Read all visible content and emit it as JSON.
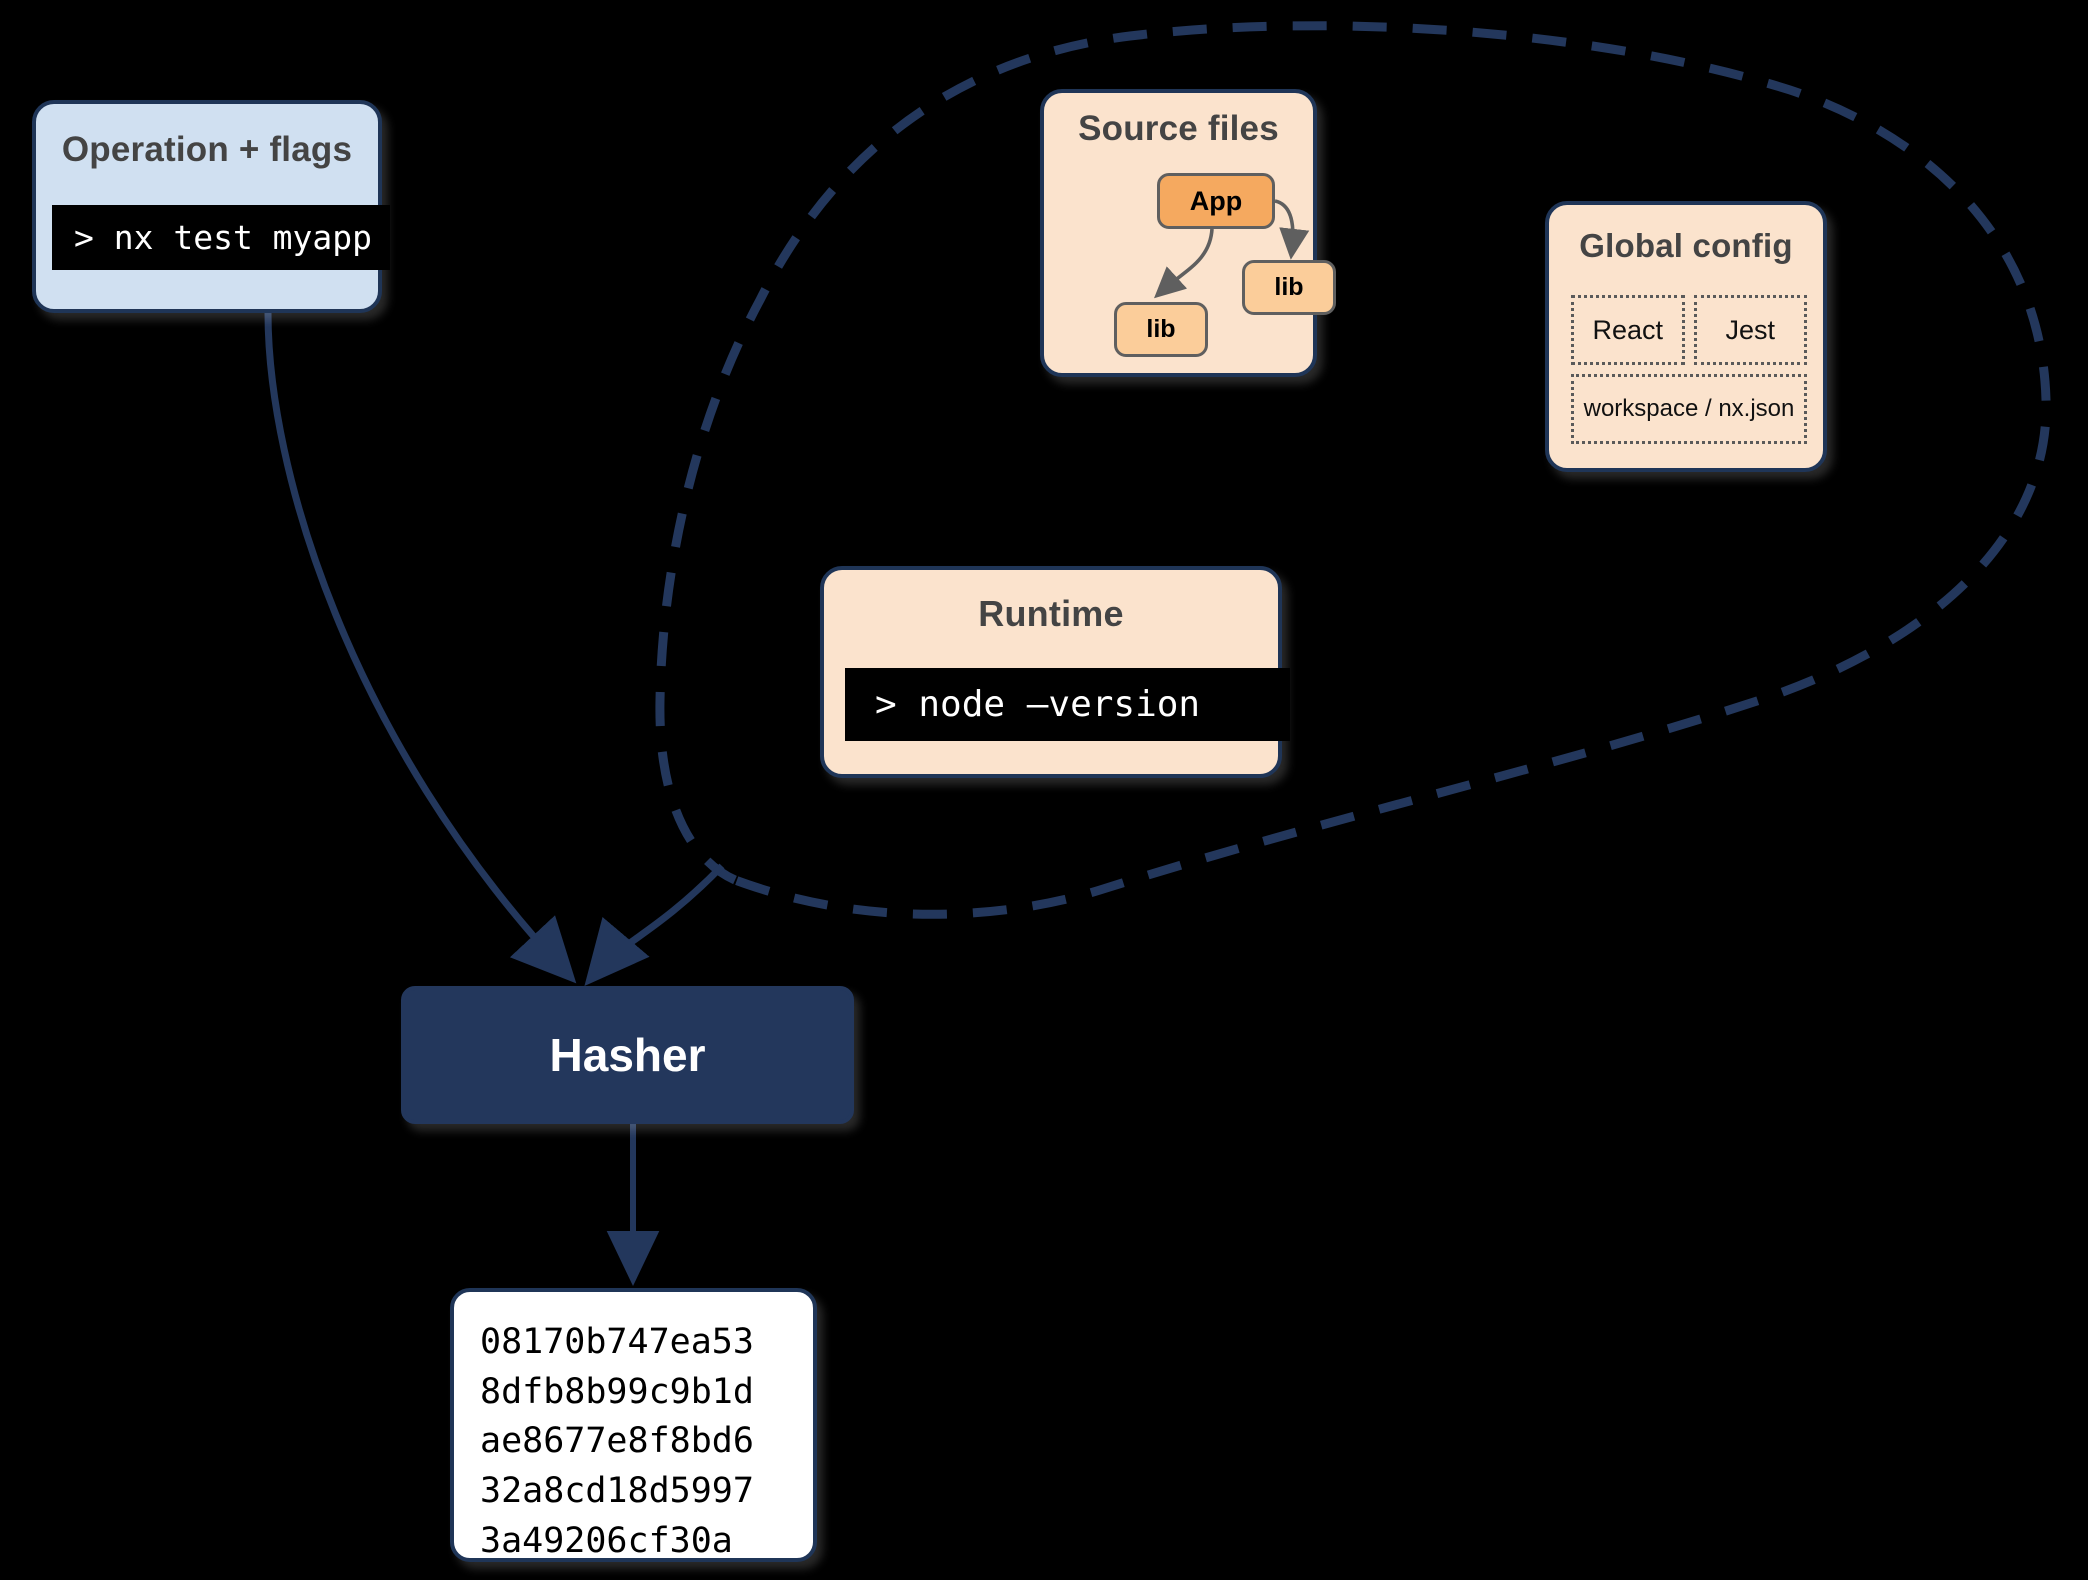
{
  "diagram": {
    "title_hidden": "Nx hasher inputs diagram",
    "colors": {
      "background": "#000000",
      "card_border": "#1f3557",
      "input_card_blue": "#d0e0f1",
      "input_card_peach": "#fbe3cd",
      "node_app_orange": "#f5a95f",
      "node_lib_orange": "#fbcd9a",
      "hasher_navy": "#23375c",
      "terminal_black": "#000000",
      "terminal_text": "#ffffff",
      "title_gray": "#444444",
      "edge_navy": "#23375c"
    }
  },
  "operation": {
    "title": "Operation + flags",
    "command": "> nx test myapp"
  },
  "source_files": {
    "title": "Source files",
    "nodes": [
      {
        "id": "app",
        "label": "App"
      },
      {
        "id": "lib_right",
        "label": "lib"
      },
      {
        "id": "lib_left",
        "label": "lib"
      }
    ],
    "edges": [
      {
        "from": "App",
        "to": "lib (right)"
      },
      {
        "from": "App",
        "to": "lib (left)"
      }
    ]
  },
  "global_config": {
    "title": "Global config",
    "cells": [
      [
        "React",
        "Jest"
      ],
      [
        "workspace / nx.json"
      ]
    ]
  },
  "runtime": {
    "title": "Runtime",
    "command": "> node –version"
  },
  "hasher": {
    "label": "Hasher"
  },
  "hash_output": {
    "lines": [
      "08170b747ea53",
      "8dfb8b99c9b1d",
      "ae8677e8f8bd6",
      "32a8cd18d5997",
      "3a49206cf30a"
    ],
    "text": "08170b747ea53\n8dfb8b99c9b1d\nae8677e8f8bd6\n32a8cd18d5997\n3a49206cf30a"
  },
  "grouping": {
    "style": "dashed enclosure",
    "members": [
      "Source files",
      "Global config",
      "Runtime"
    ]
  }
}
